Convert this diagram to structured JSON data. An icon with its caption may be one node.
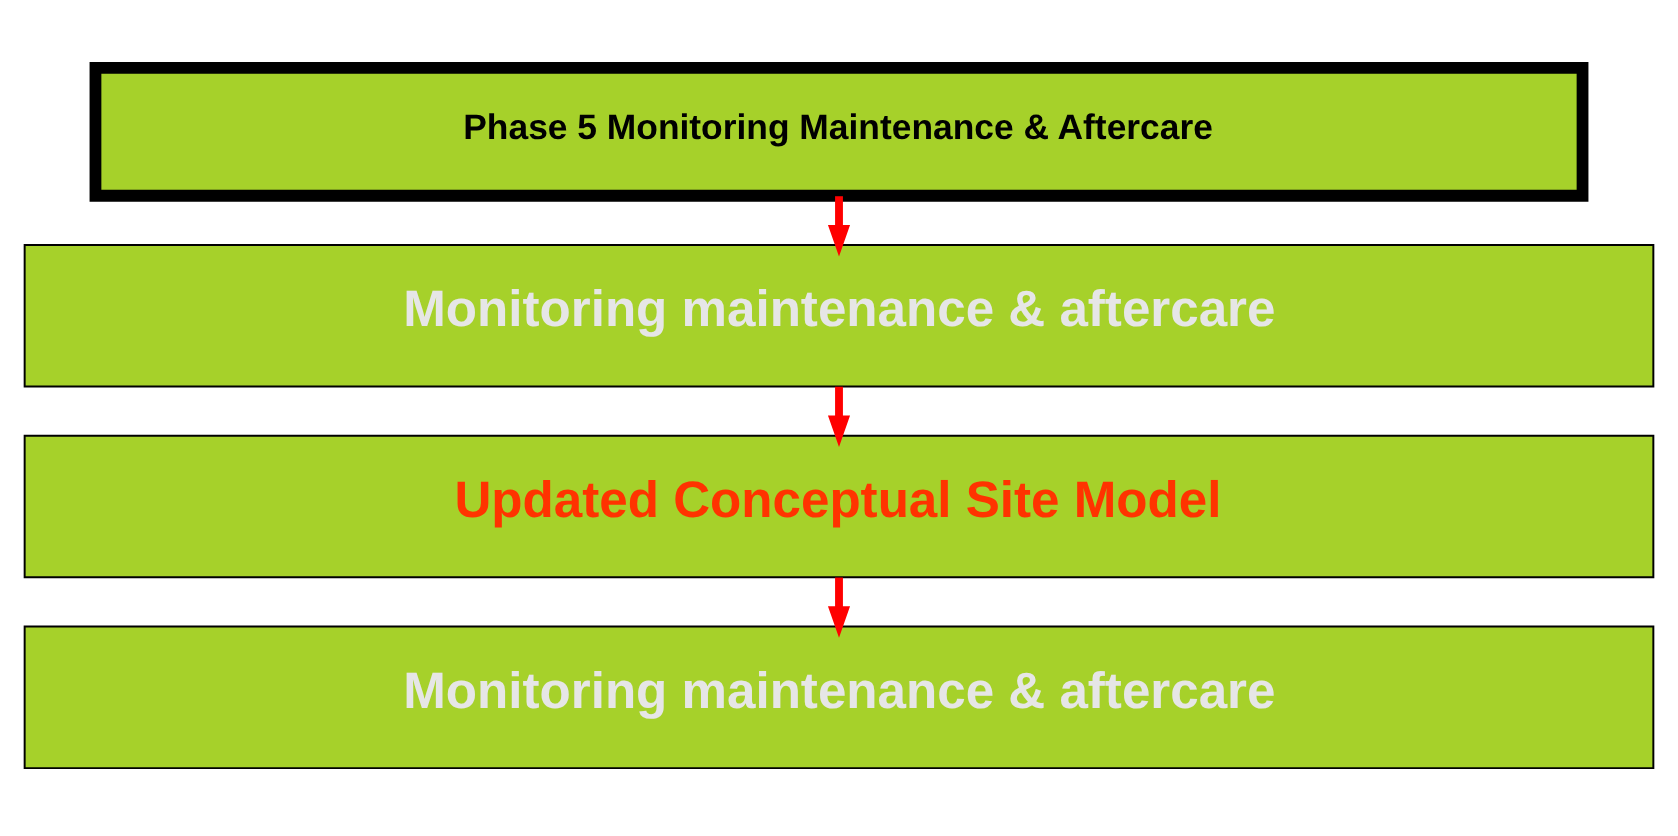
{
  "diagram": {
    "nodes": [
      {
        "text": [
          "Phase 5 Monitoring Maintenance & Aftercare"
        ]
      },
      {
        "text": [
          "Monitoring maintenance & aftercare"
        ]
      },
      {
        "text": [
          "Updated Conceptual Site Model"
        ]
      },
      {
        "text": [
          "Monitoring maintenance & aftercare"
        ]
      }
    ],
    "edges": [
      {
        "from": 0,
        "to": 1,
        "arrow": "to",
        "color": "#ff0000"
      },
      {
        "from": 1,
        "to": 2,
        "arrow": "to",
        "color": "#ff0000"
      },
      {
        "from": 2,
        "to": 3,
        "arrow": "to",
        "color": "#ff0000"
      }
    ]
  }
}
